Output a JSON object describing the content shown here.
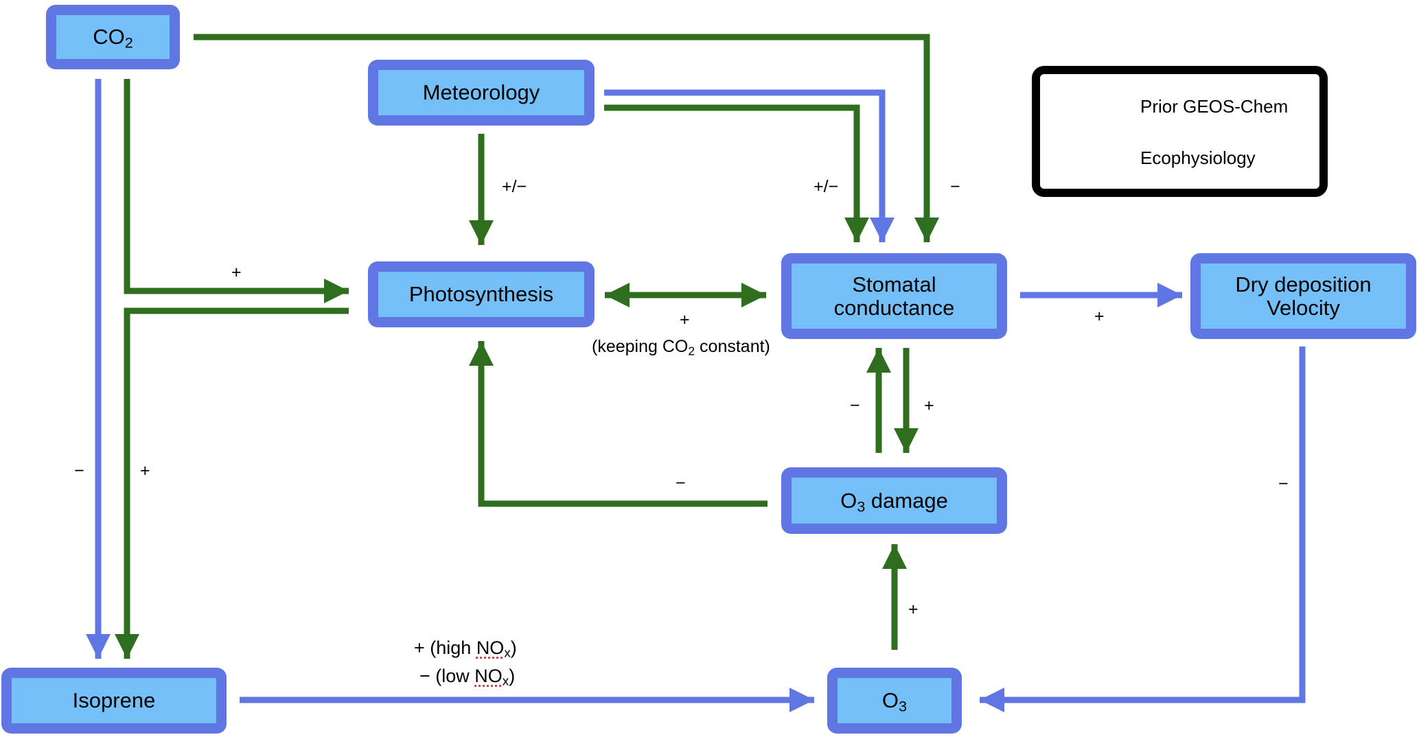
{
  "colors": {
    "prior_geos_chem": "#6077e3",
    "ecophysiology": "#2f6e1e",
    "node_fill": "#74bff8",
    "node_border": "#6077e3"
  },
  "nodes": {
    "co2": {
      "main": "CO",
      "sub": "2",
      "suffix": ""
    },
    "meteorology": {
      "text": "Meteorology"
    },
    "photosynthesis": {
      "text": "Photosynthesis"
    },
    "stomatal": {
      "line1": "Stomatal",
      "line2": "conductance"
    },
    "dry_deposition": {
      "line1": "Dry deposition",
      "line2": "Velocity"
    },
    "o3_damage": {
      "main": "O",
      "sub": "3",
      "suffix": " damage"
    },
    "isoprene": {
      "text": "Isoprene"
    },
    "o3": {
      "main": "O",
      "sub": "3",
      "suffix": ""
    }
  },
  "legend": {
    "items": [
      {
        "label": "Prior GEOS-Chem",
        "type": "prior_geos_chem"
      },
      {
        "label": "Ecophysiology",
        "type": "ecophysiology"
      }
    ]
  },
  "edge_labels": {
    "co2_to_photosynthesis": "+",
    "co2_to_isoprene_prior": "−",
    "photosynthesis_to_isoprene": "+",
    "meteorology_to_photosynthesis": "+/−",
    "meteorology_to_stomatal": "+/−",
    "co2_to_stomatal": "−",
    "photosynthesis_stomatal": "+",
    "photosynthesis_stomatal_note_pre": "(keeping CO",
    "photosynthesis_stomatal_note_sub": "2",
    "photosynthesis_stomatal_note_post": " constant)",
    "stomatal_to_drydep": "+",
    "o3damage_to_stomatal": "−",
    "stomatal_to_o3damage": "+",
    "o3damage_to_photosynthesis": "−",
    "o3_to_o3damage": "+",
    "drydep_to_o3": "−",
    "isoprene_to_o3_high_pre": "+ (high ",
    "isoprene_to_o3_low_pre": "− (low ",
    "nox_main": "NO",
    "nox_sub": "x",
    "close_paren": ")"
  },
  "edges": [
    {
      "from": "CO2",
      "to": "Stomatal conductance",
      "type": "ecophysiology",
      "sign": "−"
    },
    {
      "from": "CO2",
      "to": "Photosynthesis",
      "type": "ecophysiology",
      "sign": "+"
    },
    {
      "from": "CO2",
      "to": "Isoprene",
      "type": "prior_geos_chem",
      "sign": "−"
    },
    {
      "from": "Photosynthesis",
      "to": "Isoprene",
      "type": "ecophysiology",
      "sign": "+"
    },
    {
      "from": "Meteorology",
      "to": "Photosynthesis",
      "type": "ecophysiology",
      "sign": "+/−"
    },
    {
      "from": "Meteorology",
      "to": "Stomatal conductance",
      "type": "ecophysiology",
      "sign": "+/−"
    },
    {
      "from": "Meteorology",
      "to": "Stomatal conductance",
      "type": "prior_geos_chem",
      "sign": ""
    },
    {
      "from": "Photosynthesis",
      "to": "Stomatal conductance",
      "type": "ecophysiology",
      "sign": "+",
      "bidirectional": true
    },
    {
      "from": "Stomatal conductance",
      "to": "Dry deposition Velocity",
      "type": "prior_geos_chem",
      "sign": "+"
    },
    {
      "from": "O3 damage",
      "to": "Stomatal conductance",
      "type": "ecophysiology",
      "sign": "−"
    },
    {
      "from": "Stomatal conductance",
      "to": "O3 damage",
      "type": "ecophysiology",
      "sign": "+"
    },
    {
      "from": "O3 damage",
      "to": "Photosynthesis",
      "type": "ecophysiology",
      "sign": "−"
    },
    {
      "from": "O3",
      "to": "O3 damage",
      "type": "ecophysiology",
      "sign": "+"
    },
    {
      "from": "Dry deposition Velocity",
      "to": "O3",
      "type": "prior_geos_chem",
      "sign": "−"
    },
    {
      "from": "Isoprene",
      "to": "O3",
      "type": "prior_geos_chem",
      "sign": "+ (high NOx) / − (low NOx)"
    }
  ]
}
